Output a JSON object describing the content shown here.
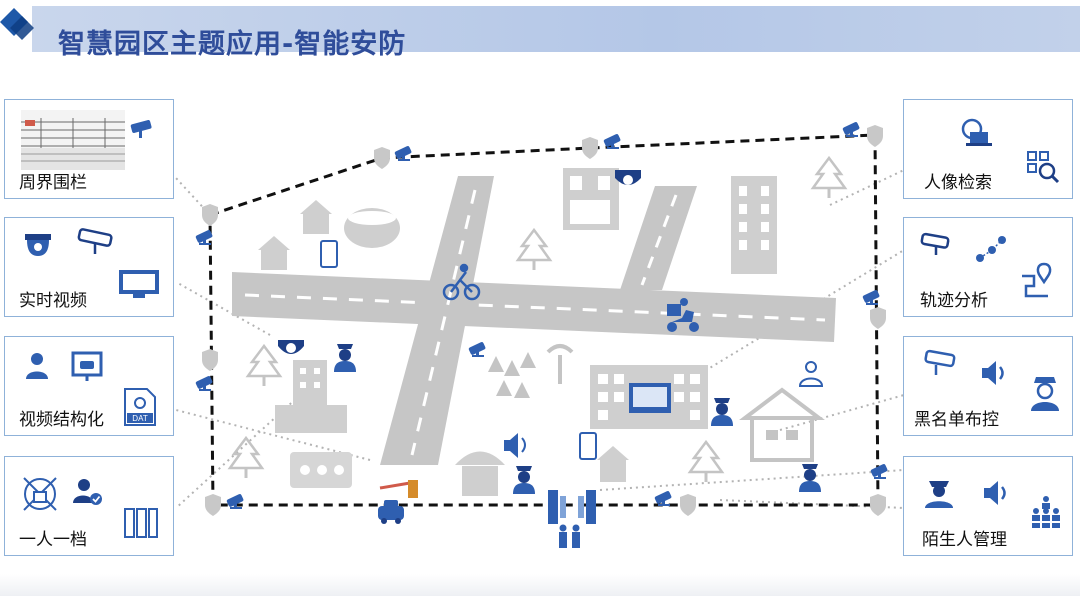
{
  "title": "智慧园区主题应用-智能安防",
  "colors": {
    "accent_blue": "#2f5fb0",
    "header_band": "#b4c7e7",
    "title_text": "#2f4d9a",
    "card_border": "#8fb2d9",
    "road_gray": "#c6c6c6",
    "building_gray": "#cfcfcf",
    "fence_black": "#111111",
    "dotted_link": "#b3b3b3"
  },
  "left_cards": [
    {
      "label": "周界围栏",
      "icons": [
        "fence-photo-icon",
        "camera-icon"
      ]
    },
    {
      "label": "实时视频",
      "icons": [
        "dome-camera-icon",
        "bullet-camera-icon",
        "monitor-devices-icon"
      ]
    },
    {
      "label": "视频结构化",
      "icons": [
        "person-icon",
        "car-screen-icon",
        "dat-file-icon"
      ]
    },
    {
      "label": "一人一档",
      "icons": [
        "face-lock-icon",
        "verified-user-icon",
        "file-binders-icon"
      ]
    }
  ],
  "right_cards": [
    {
      "label": "人像检索",
      "icons": [
        "laptop-globe-icon",
        "qr-search-icon"
      ]
    },
    {
      "label": "轨迹分析",
      "icons": [
        "bullet-camera-icon",
        "route-dots-icon",
        "map-pin-route-icon"
      ]
    },
    {
      "label": "黑名单布控",
      "icons": [
        "bullet-camera-icon",
        "speaker-icon",
        "security-guard-icon"
      ]
    },
    {
      "label": "陌生人管理",
      "icons": [
        "police-officer-icon",
        "speaker-icon",
        "group-people-icon"
      ]
    }
  ],
  "diagram_elements": [
    "fence-boundary",
    "shield-node-icon",
    "camera-icon",
    "road",
    "building-icon",
    "tree-icon",
    "cyclist-icon",
    "delivery-rider-icon",
    "police-officer-icon",
    "stadium-icon",
    "gazebo-icon",
    "street-lamp-icon",
    "barrier-gate-icon",
    "turnstile-icon",
    "police-car-icon",
    "phone-icon",
    "screen-icon",
    "parking-icon"
  ]
}
